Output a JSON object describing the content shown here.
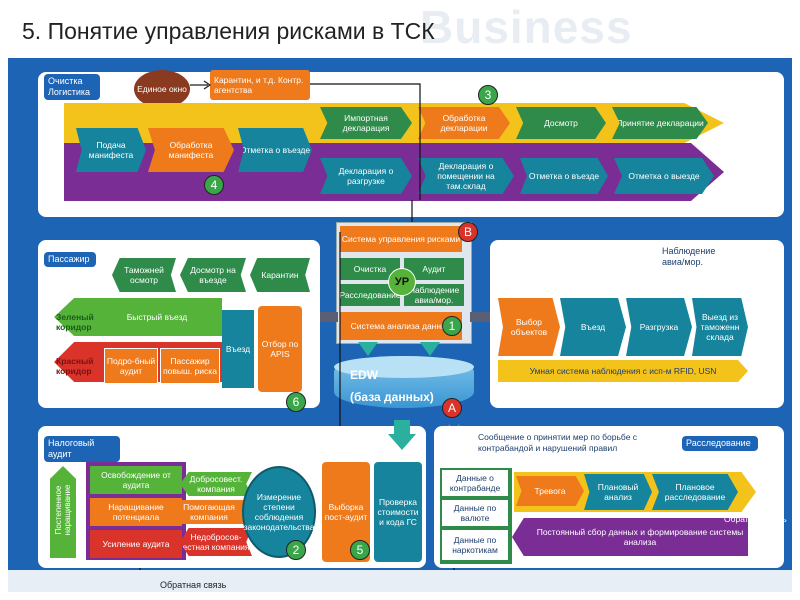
{
  "title": "5. Понятие управления рисками в ТСК",
  "bg_word": "Business",
  "top": {
    "section_label": "Очистка Логистика",
    "single_window": "Единое окно",
    "quarantine": "Карантин, и т.д. Контр. агентства",
    "row1": [
      "Импортная декларация",
      "Обработка декларации",
      "Досмотр",
      "Принятие декларации"
    ],
    "row2": [
      "Подача манифеста",
      "Обработка манифеста",
      "Отметка о въезде"
    ],
    "row3": [
      "Декларация о разгрузке",
      "Декларация о помещении на там.склад",
      "Отметка о въезде",
      "Отметка о выезде"
    ],
    "badge3": "3",
    "badge4": "4"
  },
  "center": {
    "risk_system": "Система управления рисками",
    "badge_b": "B",
    "clearance": "Очистка",
    "audit": "Аудит",
    "investigation": "Расследование",
    "observation": "Наблюдение авиа/мор.",
    "yr": "УР",
    "analysis": "Система анализа данных",
    "badge1": "1",
    "edw": "EDW",
    "edw_sub": "(база данных)",
    "badgeA": "A"
  },
  "passenger": {
    "label": "Пассажир",
    "customs_inspection": "Таможней осмотр",
    "inspection_entry": "Досмотр на въезде",
    "quarantine": "Карантин",
    "green_corridor": "Зеленый коридор",
    "red_corridor": "Красный коридор",
    "fast_entry": "Быстрый въезд",
    "hidden_audit": "Подро-бный аудит",
    "high_risk": "Пассажир повыш. риска",
    "entry": "Въезд",
    "apis": "Отбор по APIS",
    "badge6": "6"
  },
  "observation": {
    "label": "Наблюдение авиа/мор.",
    "steps": [
      "Выбор объектов",
      "Въезд",
      "Разгрузка",
      "Выезд из таможенн склада"
    ],
    "smart": "Умная система наблюдения с исп-м RFID, USN"
  },
  "tax": {
    "label": "Налоговый аудит",
    "gradual": "Постепенное наращивание",
    "exempt": "Освобождение от аудита",
    "capacity": "Наращивание потенциала",
    "strengthen": "Усиление аудита",
    "good": "Добросовест. компания",
    "helping": "Помогающая компания",
    "bad": "Недобросов-естная компания",
    "measure": "Измерение степени соблюдения законодательства",
    "badge2": "2",
    "postaudit": "Выборка пост-аудит",
    "badge5": "5",
    "verify": "Проверка стоимости и кода ГС",
    "feedback": "Обратная связь"
  },
  "investigation": {
    "label": "Расследование",
    "message": "Сообщение о принятии мер по борьбе с контрабандой и нарушений правил",
    "data1": "Данные о контрабанде",
    "data2": "Данные по валюте",
    "data3": "Данные по наркотикам",
    "alarm": "Тревога",
    "planned_analysis": "Плановый анализ",
    "planned_investigation": "Плановое расследование",
    "constant": "Постоянный сбор данных и формирование системы анализа",
    "feedback": "Обратная связь"
  },
  "colors": {
    "frame": "#1e64b4",
    "teal": "#16849c",
    "orange": "#ee7a1c",
    "yellow": "#f3c31c",
    "purple": "#7a2d95",
    "green": "#55b33a"
  }
}
